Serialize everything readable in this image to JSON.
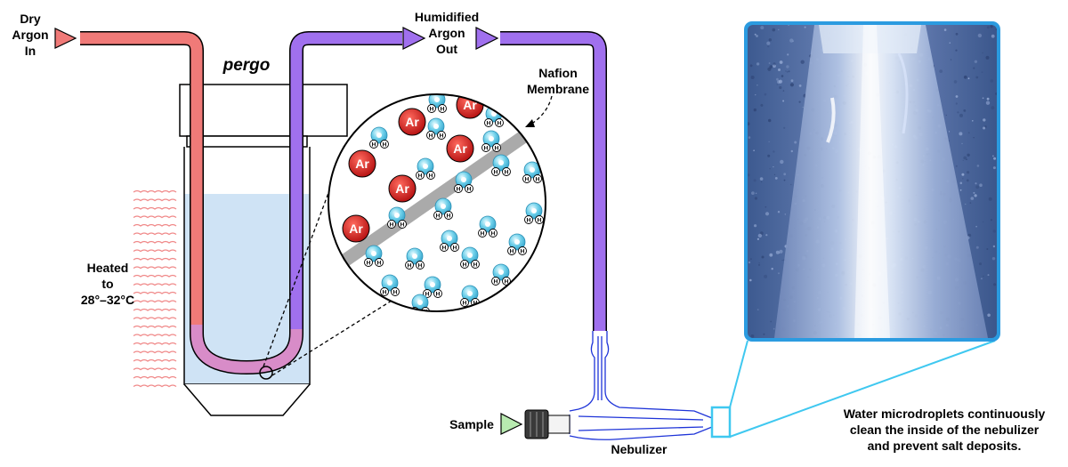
{
  "labels": {
    "dry_argon": [
      "Dry",
      "Argon",
      "In"
    ],
    "humidified_argon": [
      "Humidified",
      "Argon",
      "Out"
    ],
    "device_name": "pergo",
    "heated": [
      "Heated",
      "to",
      "28°–32°C"
    ],
    "nafion": [
      "Nafion",
      "Membrane"
    ],
    "sample": "Sample",
    "nebulizer": "Nebulizer",
    "caption": [
      "Water microdroplets continuously",
      "clean the inside of the nebulizer",
      "and prevent salt deposits."
    ]
  },
  "molecules": {
    "argon_symbol": "Ar",
    "hydrogen_symbol": "H"
  },
  "colors": {
    "dry_tube": "#f07a78",
    "humid_tube": "#a070ee",
    "tube_in_water": "#d88cc8",
    "water": "#cfe3f5",
    "argon_atom": "#d62a2a",
    "water_molecule": "#5cc8e4",
    "arrow_red": "#f07a78",
    "arrow_purple": "#a070ee",
    "arrow_green": "#b8eab0",
    "photo_frame": "#2b9be0",
    "glass_blue": "#1e34d8"
  }
}
